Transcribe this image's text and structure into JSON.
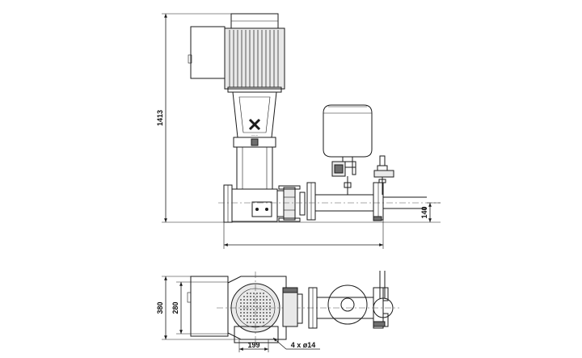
{
  "dimensions": {
    "total_height": "1413",
    "pipe_height": "140",
    "depth_total": "380",
    "depth_inner": "280",
    "bolt_spacing": "199",
    "bolt_holes": "4 x ø14"
  },
  "logo": {
    "mark": "grundfos-x-mark"
  }
}
